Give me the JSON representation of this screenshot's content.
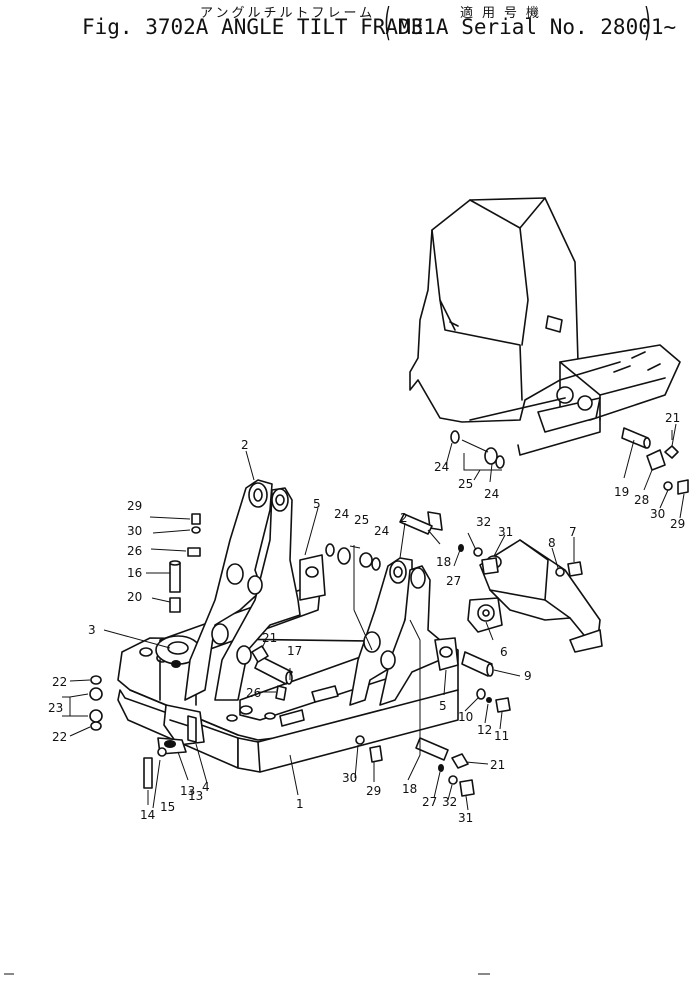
{
  "header": {
    "japanese_title": "アングルチルトフレーム",
    "applicable_models": "適用号機",
    "figure_title": "Fig. 3702A ANGLE TILT FRAME",
    "serial_range": "D31A Serial No. 28001~"
  },
  "callouts": [
    "1",
    "2",
    "2",
    "3",
    "4",
    "5",
    "5",
    "6",
    "7",
    "8",
    "9",
    "10",
    "11",
    "12",
    "13",
    "13",
    "14",
    "15",
    "16",
    "17",
    "18",
    "18",
    "19",
    "20",
    "21",
    "21",
    "21",
    "22",
    "22",
    "23",
    "24",
    "24",
    "24",
    "24",
    "25",
    "25",
    "26",
    "26",
    "27",
    "27",
    "28",
    "29",
    "29",
    "29",
    "30",
    "30",
    "30",
    "31",
    "31",
    "32",
    "32"
  ]
}
